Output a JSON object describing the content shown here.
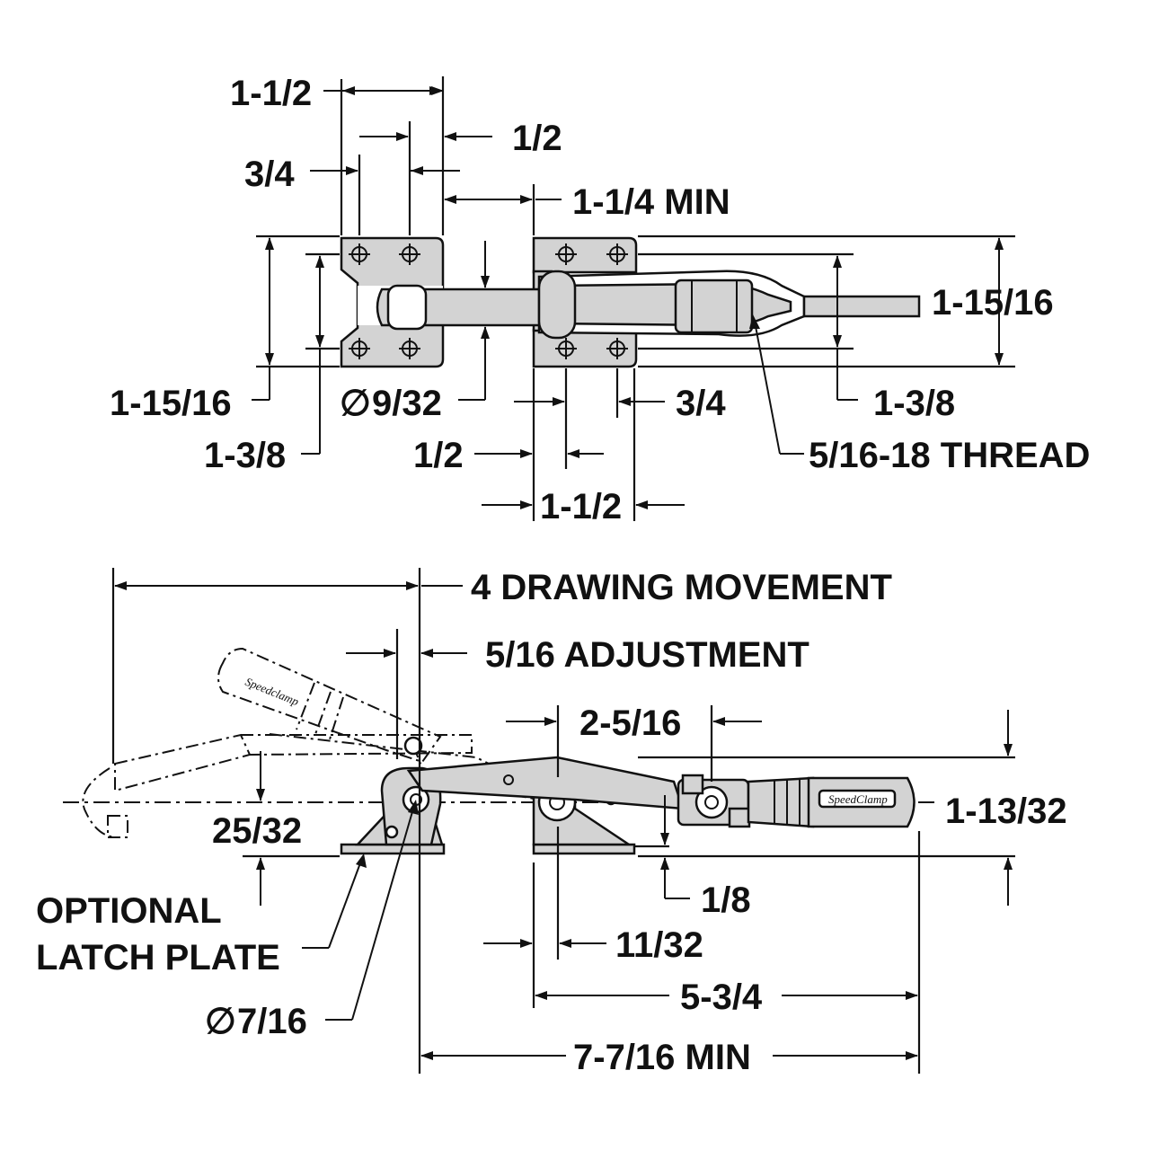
{
  "top_view": {
    "dim_base_width": "1-1/2",
    "dim_hole_spacing": "3/4",
    "dim_hole_edge": "1/2",
    "dim_gap_min": "1-1/4 MIN",
    "dim_height_right": "1-15/16",
    "dim_height_left": "1-15/16",
    "dim_inner_left": "1-3/8",
    "dim_hole_dia": "9/32",
    "dim_hole_spacing_lower": "3/4",
    "dim_inner_right": "1-3/8",
    "dim_edge_lower": "1/2",
    "dim_thread": "5/16-18 THREAD",
    "dim_base_width_lower": "1-1/2",
    "diameter_symbol": "∅"
  },
  "side_view": {
    "dim_drawing_movement": "4 DRAWING MOVEMENT",
    "dim_adjustment": "5/16 ADJUSTMENT",
    "dim_pivot_offset": "2-5/16",
    "dim_handle_height": "1-13/32",
    "dim_hook_height": "25/32",
    "dim_base_thickness": "1/8",
    "dim_pin_offset": "11/32",
    "dim_body_length": "5-3/4",
    "dim_overall_min": "7-7/16 MIN",
    "latch_plate_line1": "OPTIONAL",
    "latch_plate_line2": "LATCH PLATE",
    "dim_pin_dia": "7/16",
    "diameter_symbol": "∅"
  }
}
